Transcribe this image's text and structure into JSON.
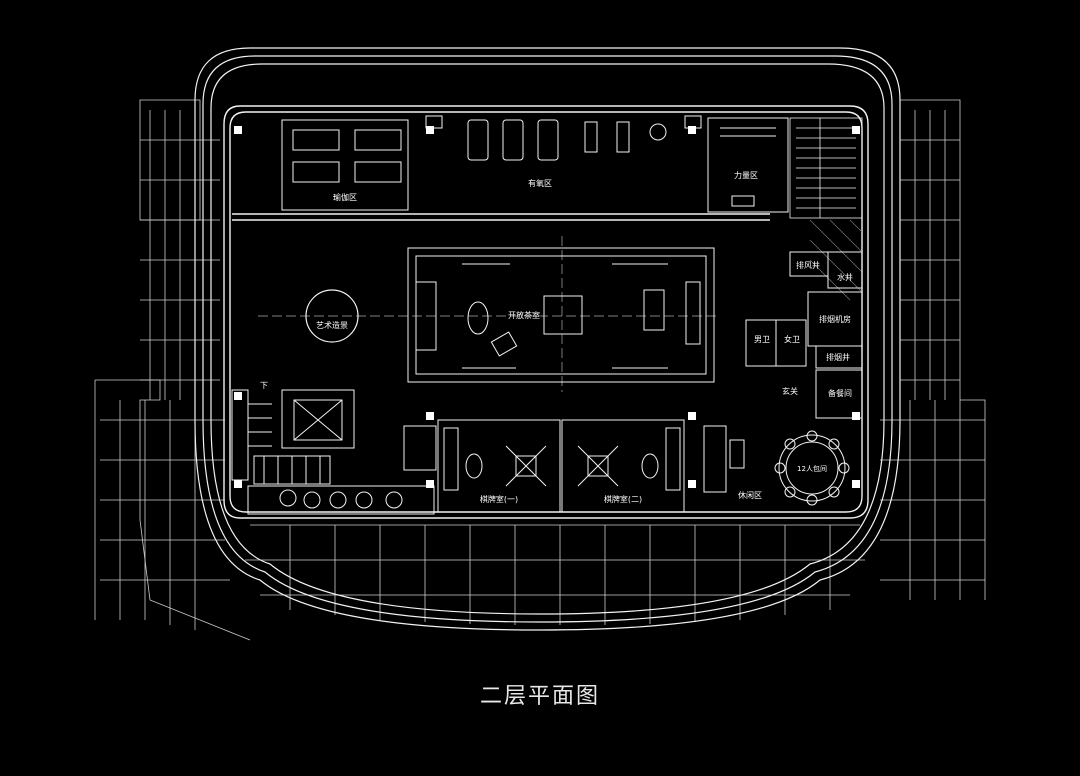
{
  "caption": "二层平面图",
  "rooms": {
    "yoga": "瑜伽区",
    "aerobic": "有氧区",
    "strength": "力量区",
    "art": "艺术造景",
    "tea": "开放茶室",
    "chess1": "棋牌室(一)",
    "chess2": "棋牌室(二)",
    "lounge": "休闲区",
    "vestibule": "玄关",
    "dining": "12人包间",
    "storage": "备餐间",
    "water_room": "水井",
    "smoke_room": "排烟机房",
    "smoke_well": "排烟井",
    "pipe": "排风井",
    "wc_m": "男卫",
    "wc_f": "女卫",
    "down": "下"
  }
}
